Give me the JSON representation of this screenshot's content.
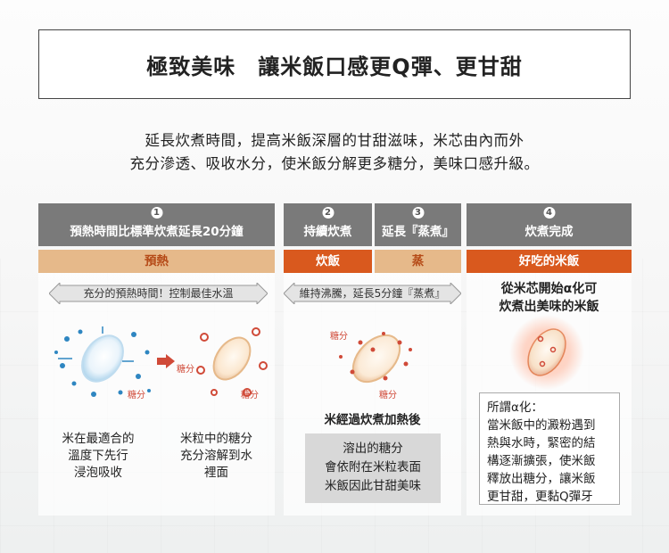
{
  "title": "極致美味　讓米飯口感更Q彈、更甘甜",
  "subtitle": {
    "line1": "延長炊煮時間，提高米飯深層的甘甜滋味，米芯由內而外",
    "line2": "充分滲透、吸收水分，使米飯分解更多糖分，美味口感升級。"
  },
  "columns": [
    {
      "num": "1",
      "label": "預熱時間比標準炊煮延長20分鐘"
    },
    {
      "num": "2",
      "label": "持續炊煮"
    },
    {
      "num": "3",
      "label": "延長『蒸煮』"
    },
    {
      "num": "4",
      "label": "炊煮完成"
    }
  ],
  "phases": [
    {
      "label": "預熱"
    },
    {
      "label": "炊飯"
    },
    {
      "label": "蒸"
    },
    {
      "label": "好吃的米飯"
    }
  ],
  "banners": {
    "preheat": "充分的預熱時間！控制最佳水溫",
    "boil": "維持沸騰，延長5分鐘『蒸煮』"
  },
  "labels": {
    "sugar": "糖分"
  },
  "descriptions": {
    "col1a": [
      "米在最適合的",
      "溫度下先行",
      "浸泡吸收"
    ],
    "col1b": [
      "米粒中的糖分",
      "充分溶解到水",
      "裡面"
    ],
    "col2_title": "米經過炊煮加熱後",
    "col2_box": [
      "溶出的糖分",
      "會依附在米粒表面",
      "米飯因此甘甜美味"
    ],
    "col4_title": [
      "從米芯開始α化可",
      "炊煮出美味的米飯"
    ],
    "col4_box": [
      "所謂α化：",
      "當米飯中的澱粉遇到",
      "熱與水時，緊密的結",
      "構逐漸擴張，使米飯",
      "釋放出糖分，讓米飯",
      "更甘甜，更黏Q彈牙"
    ]
  },
  "colors": {
    "header_gray": "#7a7a7a",
    "phase_tan": "#e6b98a",
    "phase_orange": "#d9591e",
    "water_blue": "#2e86c1",
    "sugar_red": "#d04a38"
  }
}
